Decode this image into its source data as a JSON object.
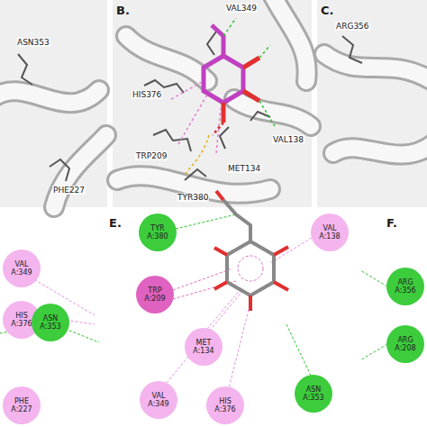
{
  "diagram": {
    "nodes": [
      {
        "text": [
          "VAL A:349"
        ]
      },
      {
        "text": [
          "HIS A:376"
        ]
      },
      {
        "text": [
          "ASN A:353"
        ]
      },
      {
        "text": [
          "PHE A:227"
        ]
      },
      {
        "text": [
          "TYR A:380"
        ]
      },
      {
        "text": [
          "VAL A:138"
        ]
      },
      {
        "text": [
          "TRP A:209"
        ]
      },
      {
        "text": [
          "MET A:134"
        ]
      },
      {
        "text": [
          "VAL A:349"
        ]
      },
      {
        "text": [
          "HIS A:376"
        ]
      },
      {
        "text": [
          "ASN A:353"
        ]
      },
      {
        "text": [
          "ARG A:356"
        ]
      },
      {
        "text": [
          "ARG A:208"
        ]
      }
    ],
    "labels": [
      "ASN353",
      "PHE227",
      "B.",
      "VAL349",
      "HIS376",
      "TRP209",
      "MET134",
      "TYR380",
      "VAL138",
      "C.",
      "ARG356",
      "E.",
      "F."
    ]
  }
}
